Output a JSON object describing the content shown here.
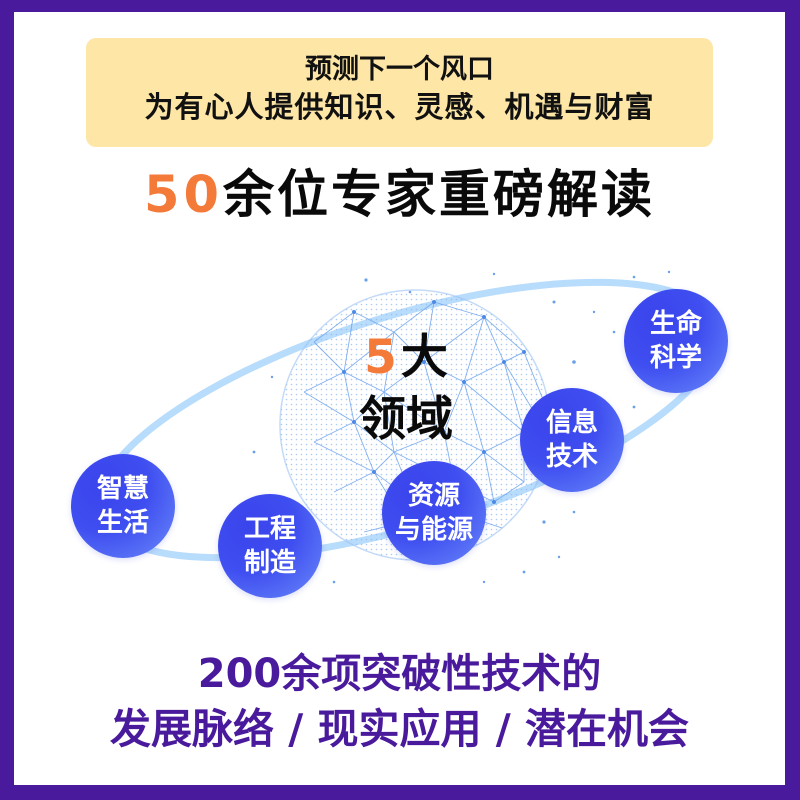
{
  "colors": {
    "frame": "#4a1a9c",
    "banner_bg": "#fde6a6",
    "accent_orange": "#f47a3a",
    "bubble_blue": "#3f4ef0",
    "orbit_blue": "#b8dcfb",
    "footer_text": "#4a1a9c"
  },
  "banner": {
    "line1": "预测下一个风口",
    "line2": "为有心人提供知识、灵感、机遇与财富"
  },
  "headline": {
    "number": "50",
    "text": "余位专家重磅解读"
  },
  "center": {
    "number": "5",
    "line1_rest": "大",
    "line2": "领域"
  },
  "domains": [
    {
      "line1": "智慧",
      "line2": "生活"
    },
    {
      "line1": "工程",
      "line2": "制造"
    },
    {
      "line1": "资源",
      "line2": "与能源"
    },
    {
      "line1": "信息",
      "line2": "技术"
    },
    {
      "line1": "生命",
      "line2": "科学"
    }
  ],
  "footer": {
    "line1": "200余项突破性技术的",
    "line2": "发展脉络 / 现实应用 / 潜在机会"
  }
}
